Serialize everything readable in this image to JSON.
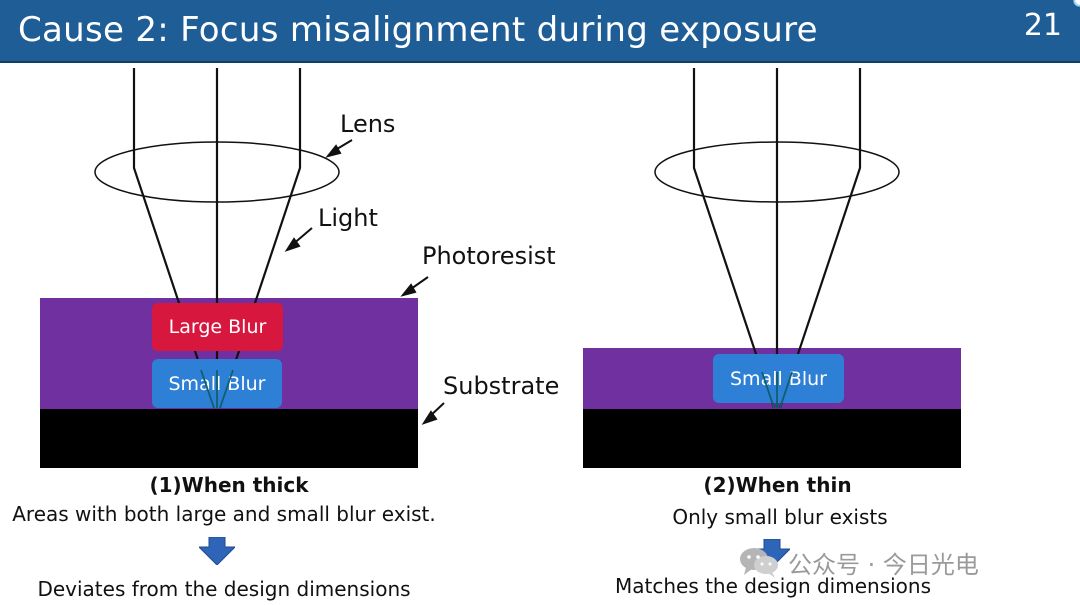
{
  "title": "Cause 2: Focus misalignment during exposure",
  "slide_number": "21",
  "labels": {
    "lens": "Lens",
    "light": "Light",
    "photoresist": "Photoresist",
    "substrate": "Substrate"
  },
  "blur": {
    "large": "Large Blur",
    "small_left": "Small Blur",
    "small_right": "Small Blur"
  },
  "left_panel": {
    "heading": "(1)When thick",
    "description": "Areas with both large and small blur exist.",
    "result": "Deviates from the design dimensions"
  },
  "right_panel": {
    "heading": "(2)When thin",
    "description": "Only small blur exists",
    "result": "Matches the design dimensions"
  },
  "watermark": "公众号 · 今日光电",
  "colors": {
    "title_bar": "#1e5d96",
    "photoresist": "#7030a0",
    "substrate": "#000000",
    "large_blur": "#d8173f",
    "small_blur": "#2e7fd6",
    "arrow": "#2f65b8"
  }
}
